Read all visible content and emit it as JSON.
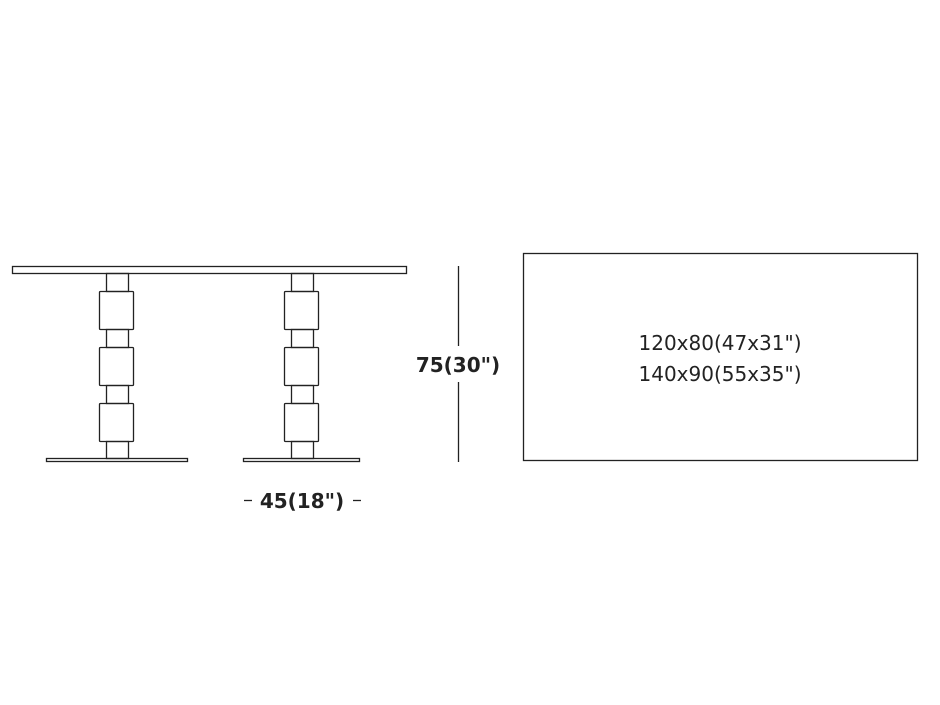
{
  "drawing": {
    "depth_label": "45(18\")",
    "height_label": "75(30\")",
    "top_sizes": [
      "120x80(47x31\")",
      "140x90(55x35\")"
    ],
    "line_color": "#222222"
  }
}
